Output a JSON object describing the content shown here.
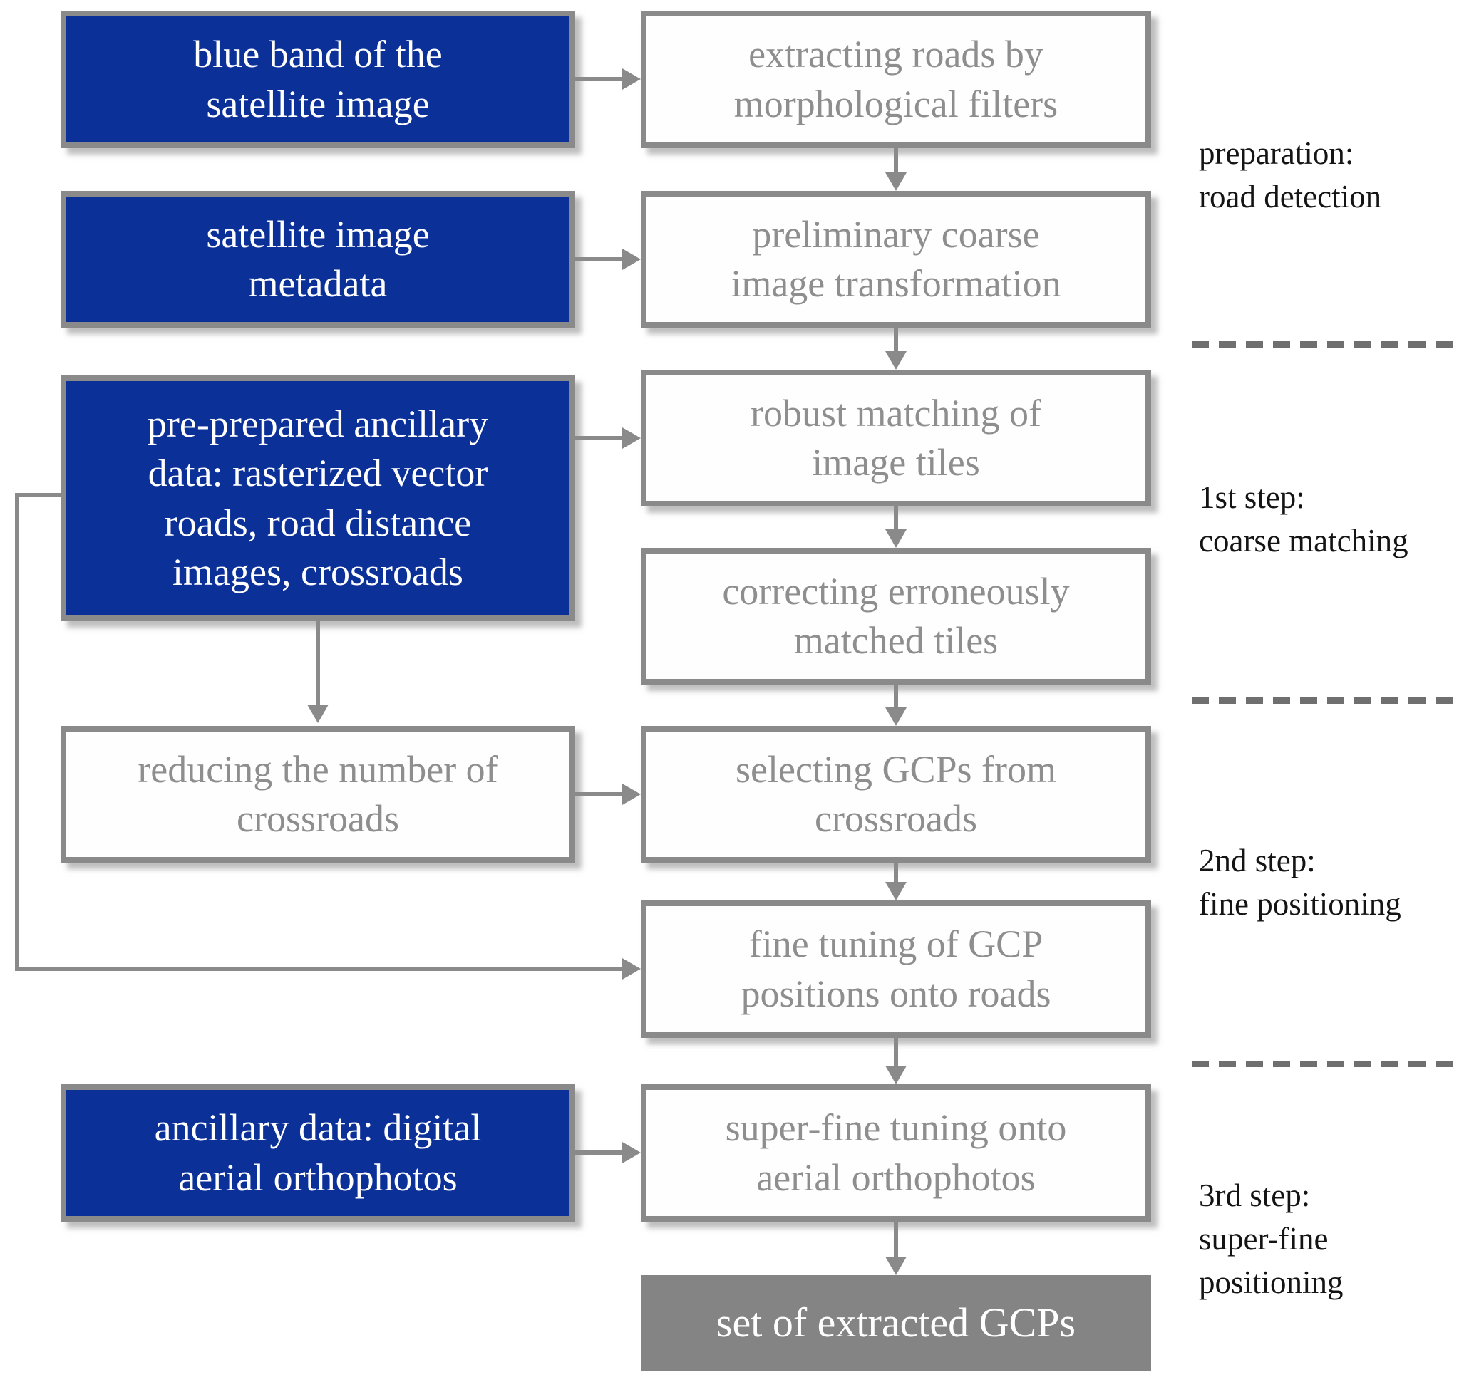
{
  "diagram": {
    "inputs": {
      "blue_band": "blue band of the\nsatellite image",
      "metadata": "satellite image\nmetadata",
      "ancillary": "pre-prepared ancillary\ndata: rasterized vector\nroads, road distance\nimages, crossroads",
      "orthophotos": "ancillary data: digital\naerial orthophotos"
    },
    "processes": {
      "extracting": "extracting roads by\nmorphological filters",
      "preliminary": "preliminary coarse\nimage transformation",
      "robust": "robust matching of\nimage tiles",
      "correcting": "correcting erroneously\nmatched tiles",
      "reducing": "reducing the number of\ncrossroads",
      "selecting": "selecting GCPs from\ncrossroads",
      "fine_tuning": "fine tuning of GCP\npositions onto roads",
      "super_fine": "super-fine tuning onto\naerial orthophotos"
    },
    "output": {
      "result": "set of extracted GCPs"
    },
    "phases": {
      "preparation": "preparation:\nroad detection",
      "step1": "1st step:\ncoarse matching",
      "step2": "2nd step:\nfine positioning",
      "step3": "3rd step:\nsuper-fine\npositioning"
    },
    "colors": {
      "input_fill": "#0b3098",
      "input_text": "#ffffff",
      "box_border": "#8a8a8a",
      "process_fill": "#fefefe",
      "process_text": "#8e8e8e",
      "output_fill": "#848484",
      "output_text": "#ffffff",
      "arrow": "#8a8a8a",
      "dash_line": "#6f6f6f",
      "phase_label_text": "#141414"
    }
  }
}
